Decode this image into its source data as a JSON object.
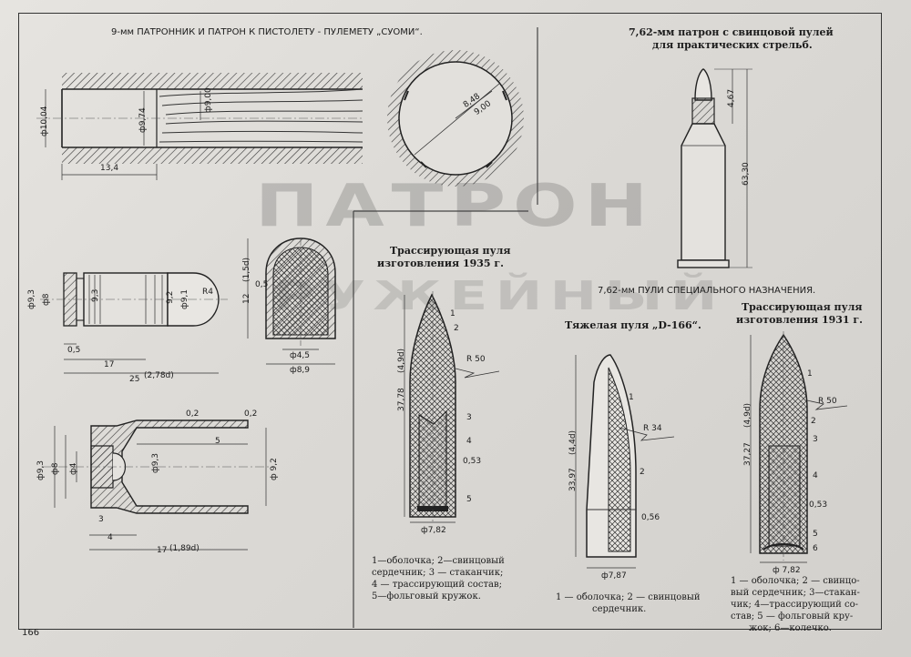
{
  "page_number": "166",
  "titles": {
    "suomi": "9-мм ПАТРОННИК И ПАТРОН К ПИСТОЛЕТУ - ПУЛЕМЕТУ „СУОМИ“.",
    "practice": "7,62-мм патрон с свинцовой пулей",
    "practice_line2": "для практических стрельб.",
    "special": "7,62-мм ПУЛИ СПЕЦИАЛЬНОГО НАЗНАЧЕНИЯ.",
    "tracer1935": "Трассирующая пуля",
    "tracer1935_line2": "изготовления 1935 г.",
    "heavy": "Тяжелая пуля „D-166“.",
    "tracer1931": "Трассирующая пуля",
    "tracer1931_line2": "изготовления 1931 г."
  },
  "watermark": {
    "line1": "ПАТРОН",
    "line2": "РУЖЕЙНЫЙ"
  },
  "dims": {
    "d1004": "ф10,04",
    "d974": "ф9,74",
    "d900": "ф9,00",
    "l134": "13,4",
    "r848": "8,48",
    "r900": "9,00",
    "d93a": "ф9,3",
    "d8a": "ф8",
    "n93": "9,3",
    "n92": "9,2",
    "d91": "ф9,1",
    "r4": "R4",
    "l05": "0,5",
    "l17": "17",
    "l25": "25",
    "l278d": "(2,78d)",
    "l12": "12",
    "l15d": "(1,5d)",
    "n05b": "0,5",
    "d45": "ф4,5",
    "d89": "ф8,9",
    "d93b": "ф9,3",
    "d8b": "ф8",
    "d4": "ф4",
    "d93c": "ф9,3",
    "n02a": "0,2",
    "n02b": "0,2",
    "n5": "5",
    "d92": "ф 9,2",
    "n3": "3",
    "n4": "4",
    "l17b": "17",
    "l189d": "(1,89d)",
    "n467": "4,67",
    "n6330": "63,30",
    "t3778": "37,78",
    "t49d": "(4,9d)",
    "tr50": "R 50",
    "t053": "0,53",
    "t782": "ф7,82",
    "h3397": "33,97",
    "h44d": "(4,4d)",
    "hr34": "R 34",
    "h056": "0,56",
    "h787": "ф7,87",
    "s3727": "37,27",
    "s49d": "(4,9d)",
    "sr50": "R 50",
    "s053": "0,53",
    "s782": "ф 7,82"
  },
  "callouts": {
    "a1": "1",
    "a2": "2",
    "a3": "3",
    "a4": "4",
    "a5": "5",
    "b1": "1",
    "b2": "2",
    "c1": "1",
    "c2": "2",
    "c3": "3",
    "c4": "4",
    "c5": "5",
    "c6": "6"
  },
  "legends": {
    "tracer1935": [
      "1—оболочка;  2—свинцовый",
      "сердечник;    3 — стаканчик;",
      "4 — трассирующий  состав;",
      "5—фольговый кружок."
    ],
    "heavy": [
      "1 — оболочка;   2 — свинцовый",
      "сердечник."
    ],
    "tracer1931": [
      "1 — оболочка; 2 — свинцо-",
      "вый сердечник; 3—стакан-",
      "чик; 4—трассирующий со-",
      "став; 5 — фольговый кру-",
      "жок; 6—колечко."
    ]
  }
}
